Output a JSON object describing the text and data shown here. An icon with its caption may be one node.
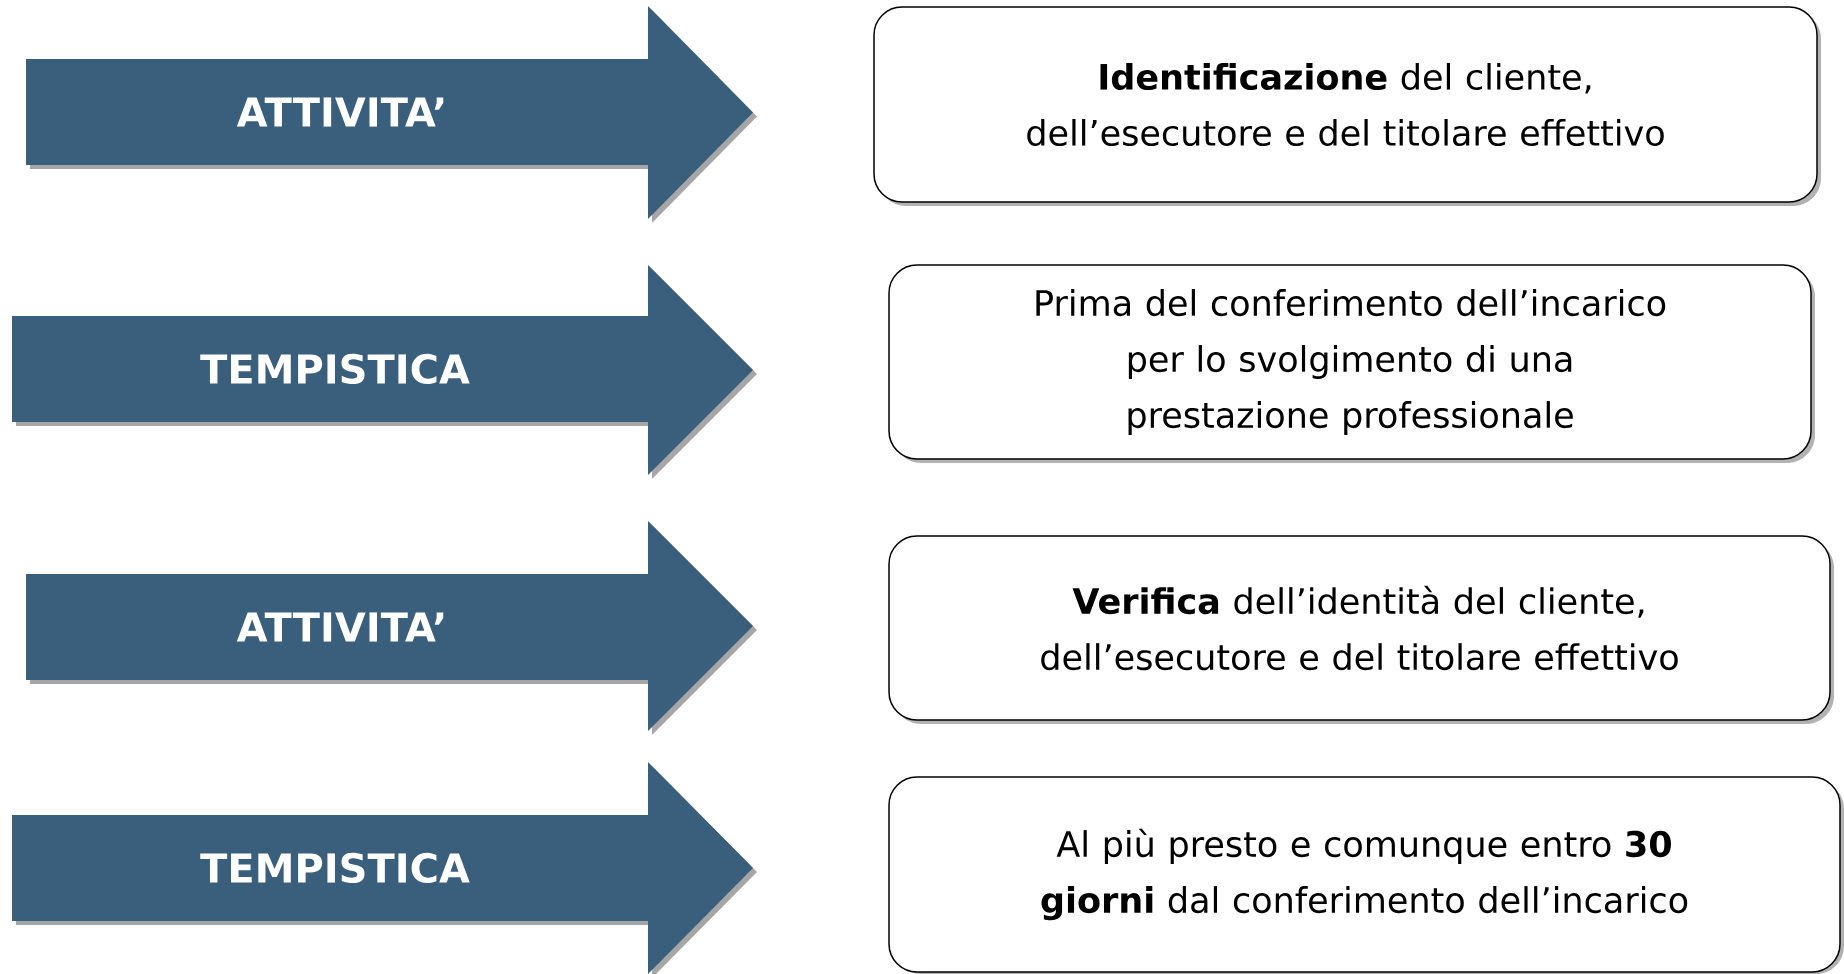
{
  "diagram": {
    "nodes": [
      {
        "text": [
          "ATTIVITA’"
        ]
      },
      {
        "text": [
          "**Identificazione** del cliente, dell’esecutore e del titolare effettivo"
        ]
      },
      {
        "text": [
          "TEMPISTICA"
        ]
      },
      {
        "text": [
          "Prima del conferimento dell’incarico per lo svolgimento di una prestazione professionale"
        ]
      },
      {
        "text": [
          "ATTIVITA’"
        ]
      },
      {
        "text": [
          "**Verifica** dell’identità del cliente, dell’esecutore e del titolare effettivo"
        ]
      },
      {
        "text": [
          "TEMPISTICA"
        ]
      },
      {
        "text": [
          "Al più presto e comunque entro **30 giorni** dal conferimento dell’incarico"
        ]
      }
    ]
  }
}
